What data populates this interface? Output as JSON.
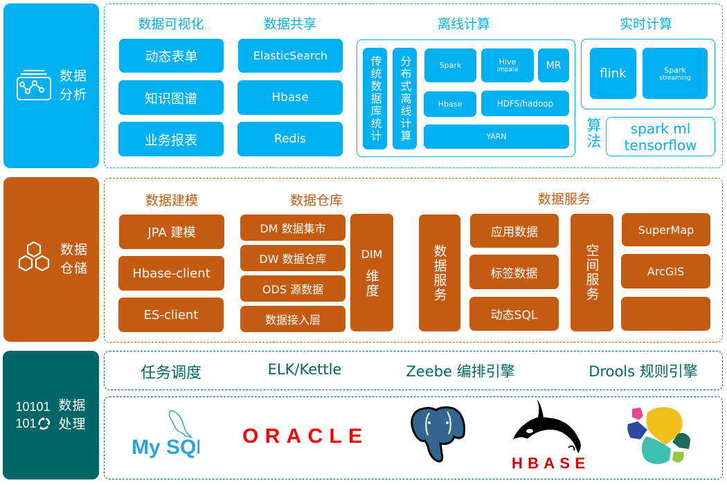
{
  "colors": {
    "analysis": "#00b0f0",
    "storage": "#c55a11",
    "processing": "#006666"
  },
  "layers": {
    "analysis": {
      "label_line1": "数据",
      "label_line2": "分析",
      "icon": "chart-dashboard-icon",
      "groups": {
        "visualization": {
          "title": "数据可视化",
          "items": [
            "动态表单",
            "知识图谱",
            "业务报表"
          ]
        },
        "sharing": {
          "title": "数据共享",
          "items": [
            "ElasticSearch",
            "Hbase",
            "Redis"
          ]
        },
        "offline": {
          "title": "离线计算",
          "traditional": "传统数据库统计",
          "distributed": "分布式离线计算",
          "spark": "Spark",
          "hive": "Hive",
          "impala": "impala",
          "mr": "MR",
          "hbase": "Hbase",
          "hdfs": "HDFS/hadoop",
          "yarn": "YARN"
        },
        "realtime": {
          "title": "实时计算",
          "flink": "flink",
          "spark": "Spark",
          "streaming": "streaming"
        },
        "algorithm": {
          "label": "算法",
          "line1": "spark ml",
          "line2": "tensorflow"
        }
      }
    },
    "storage": {
      "label_line1": "数据",
      "label_line2": "仓储",
      "icon": "hexagon-cluster-icon",
      "groups": {
        "modeling": {
          "title": "数据建模",
          "items": [
            "JPA 建模",
            "Hbase-client",
            "ES-client"
          ]
        },
        "warehouse": {
          "title": "数据仓库",
          "items": [
            "DM 数据集市",
            "DW 数据仓库",
            "ODS 源数据",
            "数据接入层"
          ],
          "dim_line1": "DIM",
          "dim_line2": "维度"
        },
        "service": {
          "title": "数据服务",
          "data_service": "数据服务",
          "data_items": [
            "应用数据",
            "标签数据",
            "动态SQL"
          ],
          "spatial_service": "空间服务",
          "spatial_items": [
            "SuperMap",
            "ArcGIS",
            ""
          ]
        }
      }
    },
    "processing": {
      "label_line1": "数据",
      "label_line2": "处理",
      "icon": "binary-recycle-icon",
      "binary_line1": "10101",
      "binary_line2": "101",
      "tools": [
        "任务调度",
        "ELK/Kettle",
        "Zeebe 编排引擎",
        "Drools 规则引擎"
      ],
      "databases": {
        "mysql": "My SQL",
        "oracle": "ORACLE",
        "postgresql": "postgresql-elephant-logo",
        "hbase": "HBASE",
        "elastic": "elastic-logo"
      }
    }
  }
}
